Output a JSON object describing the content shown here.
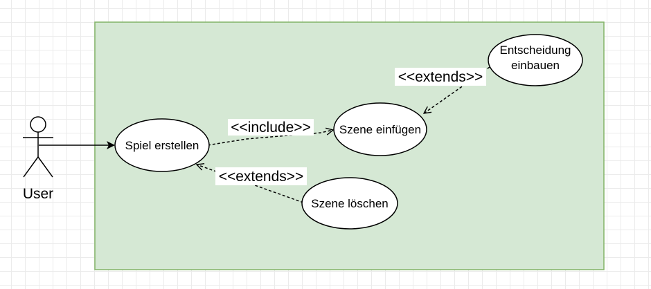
{
  "diagram": {
    "colors": {
      "system_fill": "#d5e8d4",
      "system_stroke": "#82b366",
      "line": "#000000",
      "label_background": "#ffffff"
    },
    "actor": {
      "label": "User"
    },
    "use_cases": {
      "spiel_erstellen": "Spiel erstellen",
      "szene_einfuegen": "Szene einfügen",
      "szene_loeschen": "Szene löschen",
      "entscheidung_line1": "Entscheidung",
      "entscheidung_line2": "einbauen"
    },
    "relations": {
      "include_label": "<<include>>",
      "extends_entscheidung_label": "<<extends>>",
      "extends_loeschen_label": "<<extends>>"
    }
  }
}
